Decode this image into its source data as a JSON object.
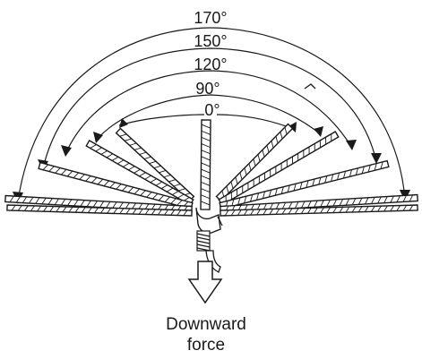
{
  "angle_labels": [
    "170°",
    "150°",
    "120°",
    "90°",
    "0°"
  ],
  "caption": {
    "line1": "Downward",
    "line2": "force"
  }
}
